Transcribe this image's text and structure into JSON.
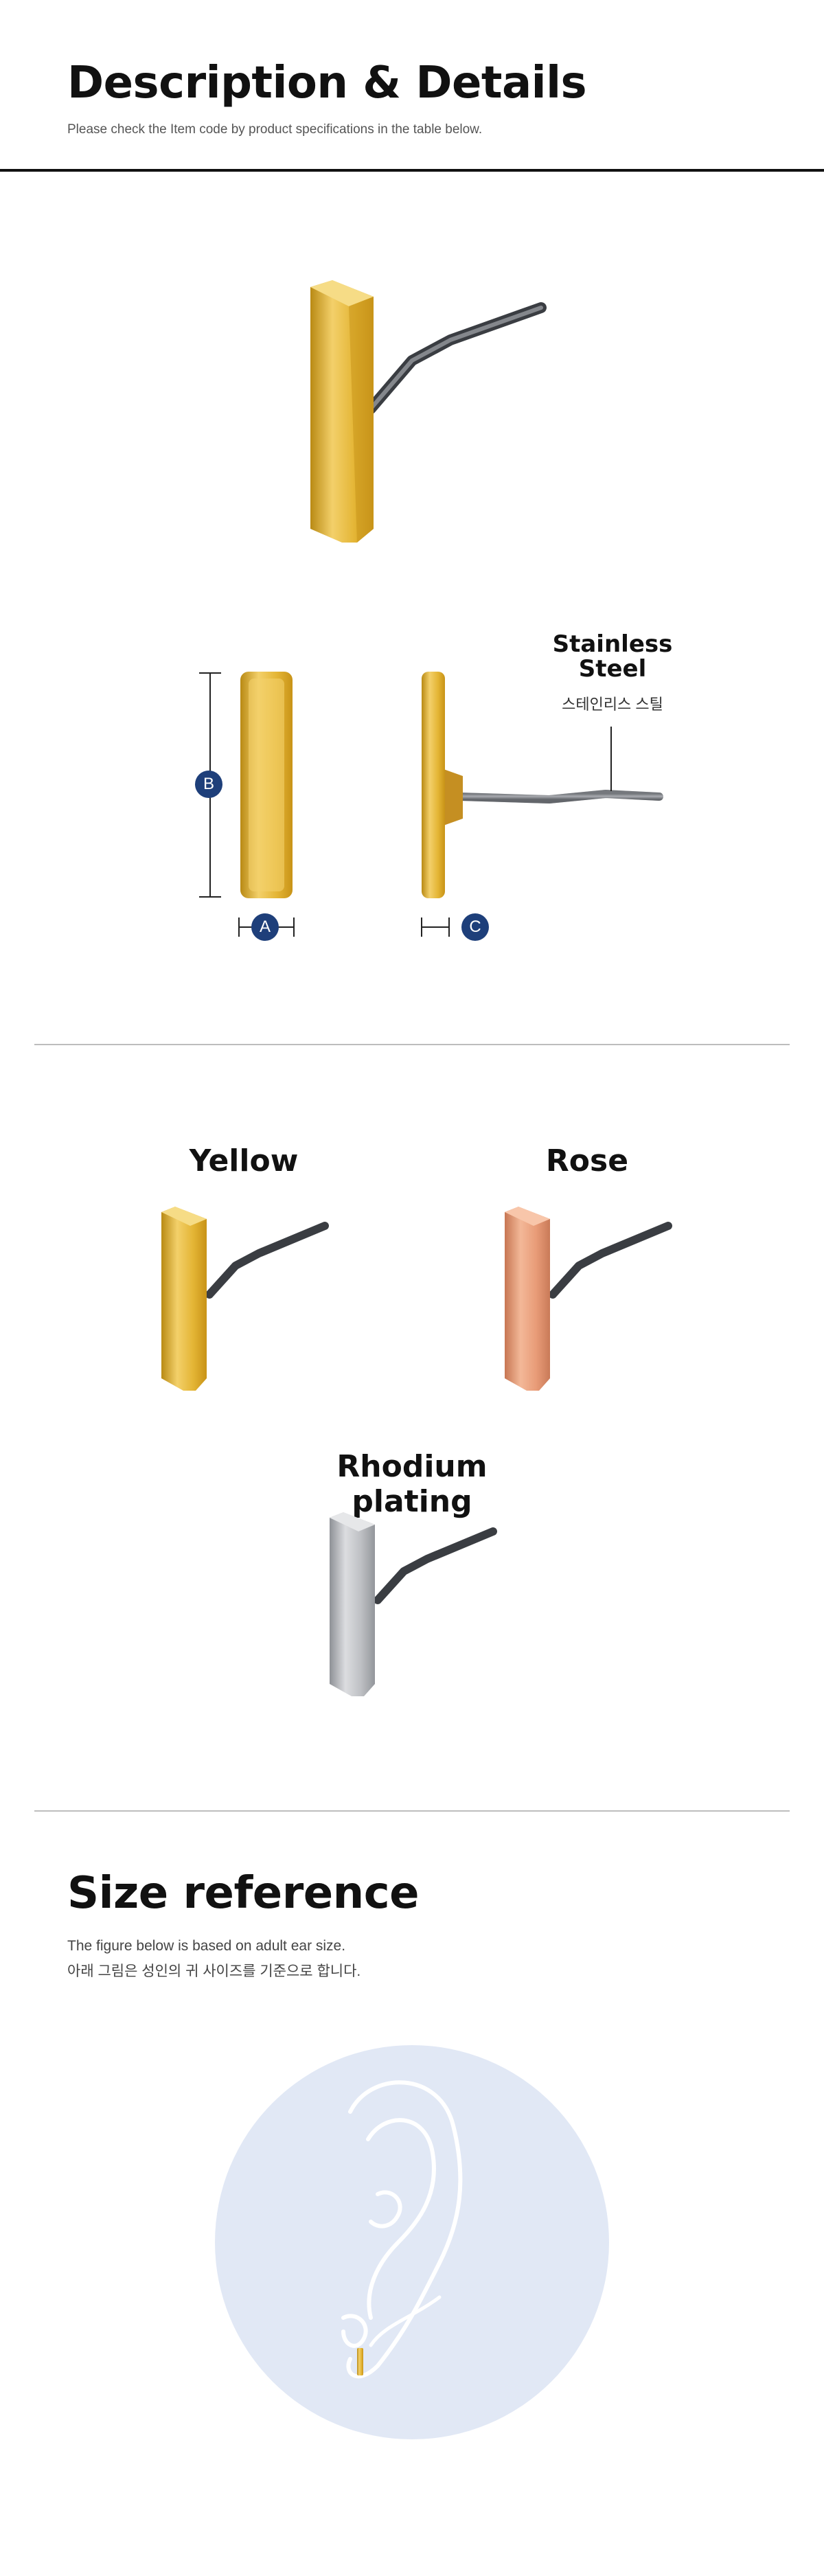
{
  "header": {
    "title": "Description & Details",
    "subtitle": "Please check the Item code by product specifications in the table below."
  },
  "dimensions": {
    "labels": {
      "a": "A",
      "b": "B",
      "c": "C"
    },
    "material_en": "Stainless Steel",
    "material_ko": "스테인리스 스틸"
  },
  "colors": {
    "yellow_label": "Yellow",
    "rose_label": "Rose",
    "rhodium_label": "Rhodium plating"
  },
  "size": {
    "title": "Size reference",
    "desc_en": "The figure below is based on adult ear size.",
    "desc_ko": "아래 그림은 성인의 귀 사이즈를 기준으로 합니다."
  },
  "palette": {
    "yellow": "#E9BE3D",
    "rose": "#E8A07C",
    "rhodium": "#C9CBCE",
    "navy": "#1E3F7A",
    "ear_circle": "#E1E8F5"
  }
}
